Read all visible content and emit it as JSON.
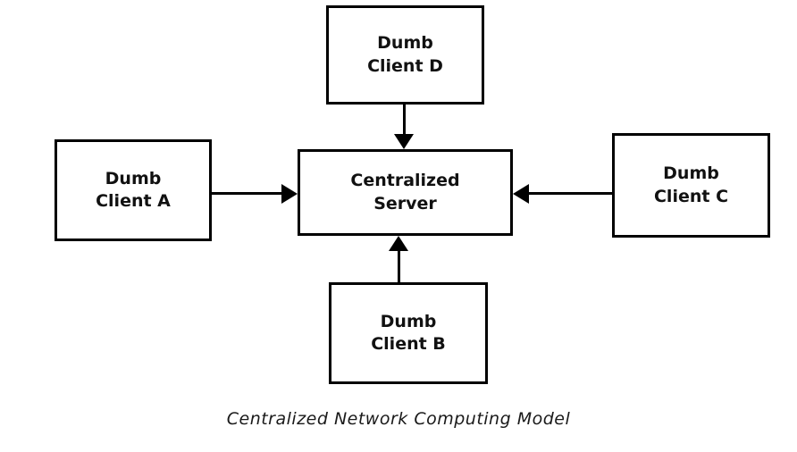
{
  "diagram": {
    "caption": "Centralized Network Computing Model",
    "nodes": {
      "client_d": {
        "label": "Dumb\nClient D"
      },
      "client_a": {
        "label": "Dumb\nClient A"
      },
      "server": {
        "label": "Centralized\nServer"
      },
      "client_c": {
        "label": "Dumb\nClient C"
      },
      "client_b": {
        "label": "Dumb\nClient B"
      }
    },
    "colors": {
      "background": "#ffffff",
      "line": "#000000",
      "text": "#111111"
    }
  }
}
